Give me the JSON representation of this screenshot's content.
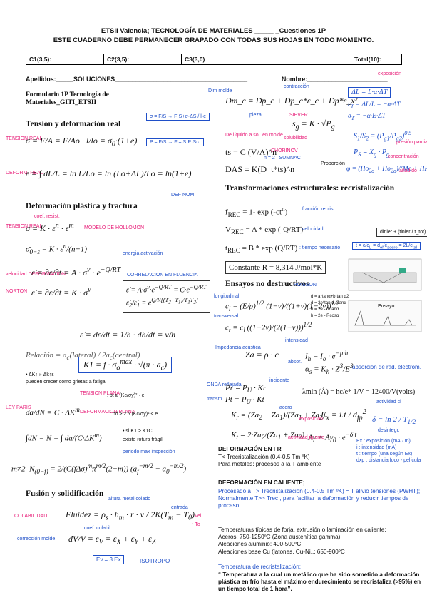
{
  "header": {
    "line1": "ETSII Valencia;  TECNOLOGÍA DE MATERIALES _____ _Cuestiones 1P",
    "line2": "ESTE CUADERNO DEBE PERMANECER GRAPADO CON TODAS SUS HOJAS EN TODO MOMENTO."
  },
  "scores": {
    "c1": "C1(3,5):",
    "c2": "C2(3,5):",
    "c3": "C3(3,0)",
    "total": "Total(10):"
  },
  "student": {
    "apellidos_label": "Apellidos:_____SOLUCIONES",
    "apellidos_line": "______________________________________",
    "nombre_label": "Nombre:_______________________"
  },
  "left": {
    "title": "Formulario 1P Tecnología de Materiales_GITI_ETSII",
    "sec_tension": "Tensión y deformación real",
    "sec_plastica": "Deformación plástica y fractura",
    "sec_fusion": "Fusión y solidificación",
    "labels": {
      "tension_real": "TENSION REAL",
      "deform_real": "DEFORM. REAL",
      "tension_real2": "TENSION REAL",
      "coef_resist": "coef. resist.",
      "modelo": "MODELO DE HOLLOMON",
      "velocidad": "velocidad DEFORMACION",
      "norton": "NORTON",
      "energia": "energia activación",
      "correlacion": "CORRELACION EN FLUENCIA",
      "def_nom": "DEF NOM",
      "ak": "• ΔK↑ » Δk↑ε",
      "grietas": "pueden crecer como grietas a fatiga.",
      "ley_paris": "LEY PARIS",
      "tension_plana": "TENSION PLANA",
      "deform_plana": "DEFORMACION PLANA",
      "tp_eq": ": bt ≥ (Kc/σy)² · e",
      "dp_eq": ": bd ≥ 2'5 (Kc/σy)² < e",
      "kic": "• si K1 > K1C",
      "rotura": "existe rotura frágil",
      "periodo": "periodo max inspección",
      "colabilidad": "COLABILIDAD",
      "correccion": "corrección molde",
      "altura": "altura metal colado",
      "entrada": "entrada",
      "coef_colab": "coef. colabil.",
      "vel": "↑ vel",
      "to": "↑ To",
      "ev_box": "Ev = 3 Ex",
      "isotropo": "ISOTROPO"
    }
  },
  "right": {
    "dim_molde": "Dim molde",
    "dm_formula": "Dm_c = Dp_c + Dp_c*ε_c + Dp*ε_x²",
    "contraccion": "contracción",
    "pieza": "pieza",
    "exposicion": "exposición",
    "sievert": "SIEVERT",
    "solubilidad": "solubilidad",
    "liquido_sol": "De líquido a sol. en molde",
    "chorinov": "CHORINOV",
    "n_eq": "n = 2 | SUMNAC",
    "ts_formula": "ts = C (V/A)^n",
    "das_formula": "DAS = K(D_t*ts)^n",
    "proporcion": "Proporción",
    "presion": "presión parcial",
    "concentracion": "concentración",
    "anadido": "añadido",
    "sec_transf": "Transformaciones estructurales: recristalización",
    "frec": ": fracción recrist.",
    "velocidad": ": velocidad",
    "tiempo": ": tiempo necesario",
    "constante": "Constante R = 8,314 J/mol*K",
    "dinler": "dinler + (tinler / t_tot)",
    "sec_ensayos": "Ensayos no destructivos",
    "longitudinal": "longitudinal",
    "poisson": "POISSON",
    "transversal": "transversal",
    "impedancia": "Impedancia acústica",
    "onda_reflejada": "ONDA reflejada",
    "incidente": "incidente",
    "transm": "transm.",
    "intensidad": "intensidad",
    "absorcion": "absorción de rad. electrom.",
    "lambda_formula": "λmin (Å) = hc/e* 1/V = 12400/V(volts)",
    "actividad": "actividad ci",
    "acero": "acero",
    "exp_exposicion": "exposición",
    "actividad_puente": "actividad puente",
    "desintegr": "desintegr.",
    "legend": [
      "Ex : exposición (mA · m)",
      "i : intensidad (mA)",
      "t : tiempo (una según Ex)",
      "dxp : distancia foco - película"
    ],
    "diag_labels": [
      "d = a*tanα+b·tan α2",
      "d = 2e*tan α-btanα",
      "h = 2e - d·tanα",
      "h = 2e - Rcosα"
    ],
    "ensayo": "Ensayo",
    "deform_fr_title": "DEFORMACIÓN EN FR",
    "deform_fr_lines": [
      "T< Trecristalización (0.4-0.5 Tm ºK)",
      "Para metales: procesos a la T ambiente"
    ],
    "deform_caliente_title": "DEFORMACIÓN EN CALIENTE;",
    "deform_caliente_lines": [
      "Procesado a T> Trecristalización (0.4-0.5 Tm ºK) = T alivio tensiones (PWHT);",
      "Normalmente T>> Trec , para facilitar la deformación y reducir tiempos de proceso"
    ],
    "temp_title": "Temperaturas típicas de forja, extrusión o laminación en caliente:",
    "temp_lines": [
      "Aceros: 750-1250ºC (Zona austenítica gamma)",
      "Aleaciones aluminio: 400-500ºC",
      "Aleaciones base Cu (latones, Cu-Ni..: 650-900ºC"
    ],
    "trec_title": "Temperatura de recristalización:",
    "trec_text": "“ Temperatura a la cual un metálico que ha sido sometido a deformación plástica en frío hasta el máximo endurecimiento se recristaliza (>95%) en un tiempo total de 1 hora”."
  }
}
